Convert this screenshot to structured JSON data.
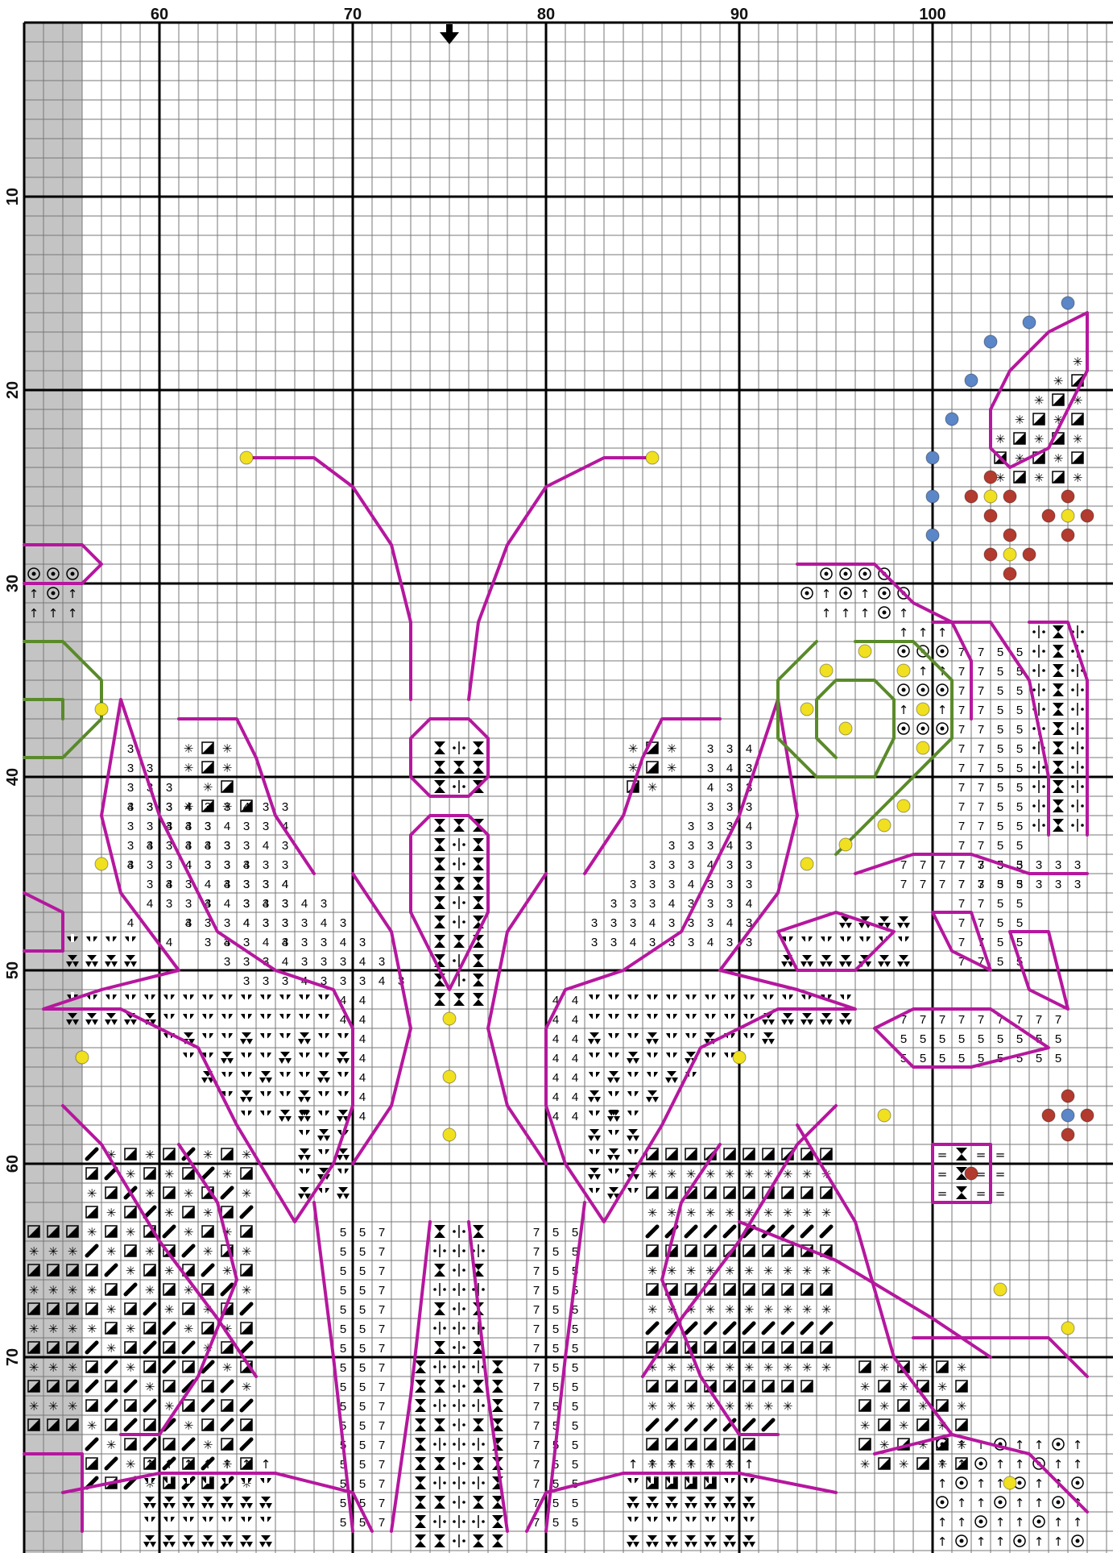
{
  "chart": {
    "col_start": 53,
    "col_end": 108,
    "row_start": 1,
    "row_end": 79,
    "top_ticks": [
      "60",
      "70",
      "80",
      "90",
      "100"
    ],
    "left_ticks": [
      "10",
      "20",
      "30",
      "40",
      "50",
      "60",
      "70"
    ],
    "center_marker": "center-arrow",
    "colors": {
      "grid_minor": "#777777",
      "grid_major": "#000000",
      "backstitch_magenta": "#b5179e",
      "backstitch_green": "#5a8a2a",
      "knot_yellow": "#f0e020",
      "knot_blue": "#5b86c7",
      "knot_red": "#b33a2e",
      "prev_page_shade": "#c4c4c4"
    }
  },
  "symbol_legend": {
    "a": "⊙",
    "b": "↑",
    "s": "✳",
    "q": "◪",
    "h": "⧗",
    "d": "·|·",
    "t": "⩩",
    "m": "⩪",
    "p": "⬮",
    "e": "="
  }
}
